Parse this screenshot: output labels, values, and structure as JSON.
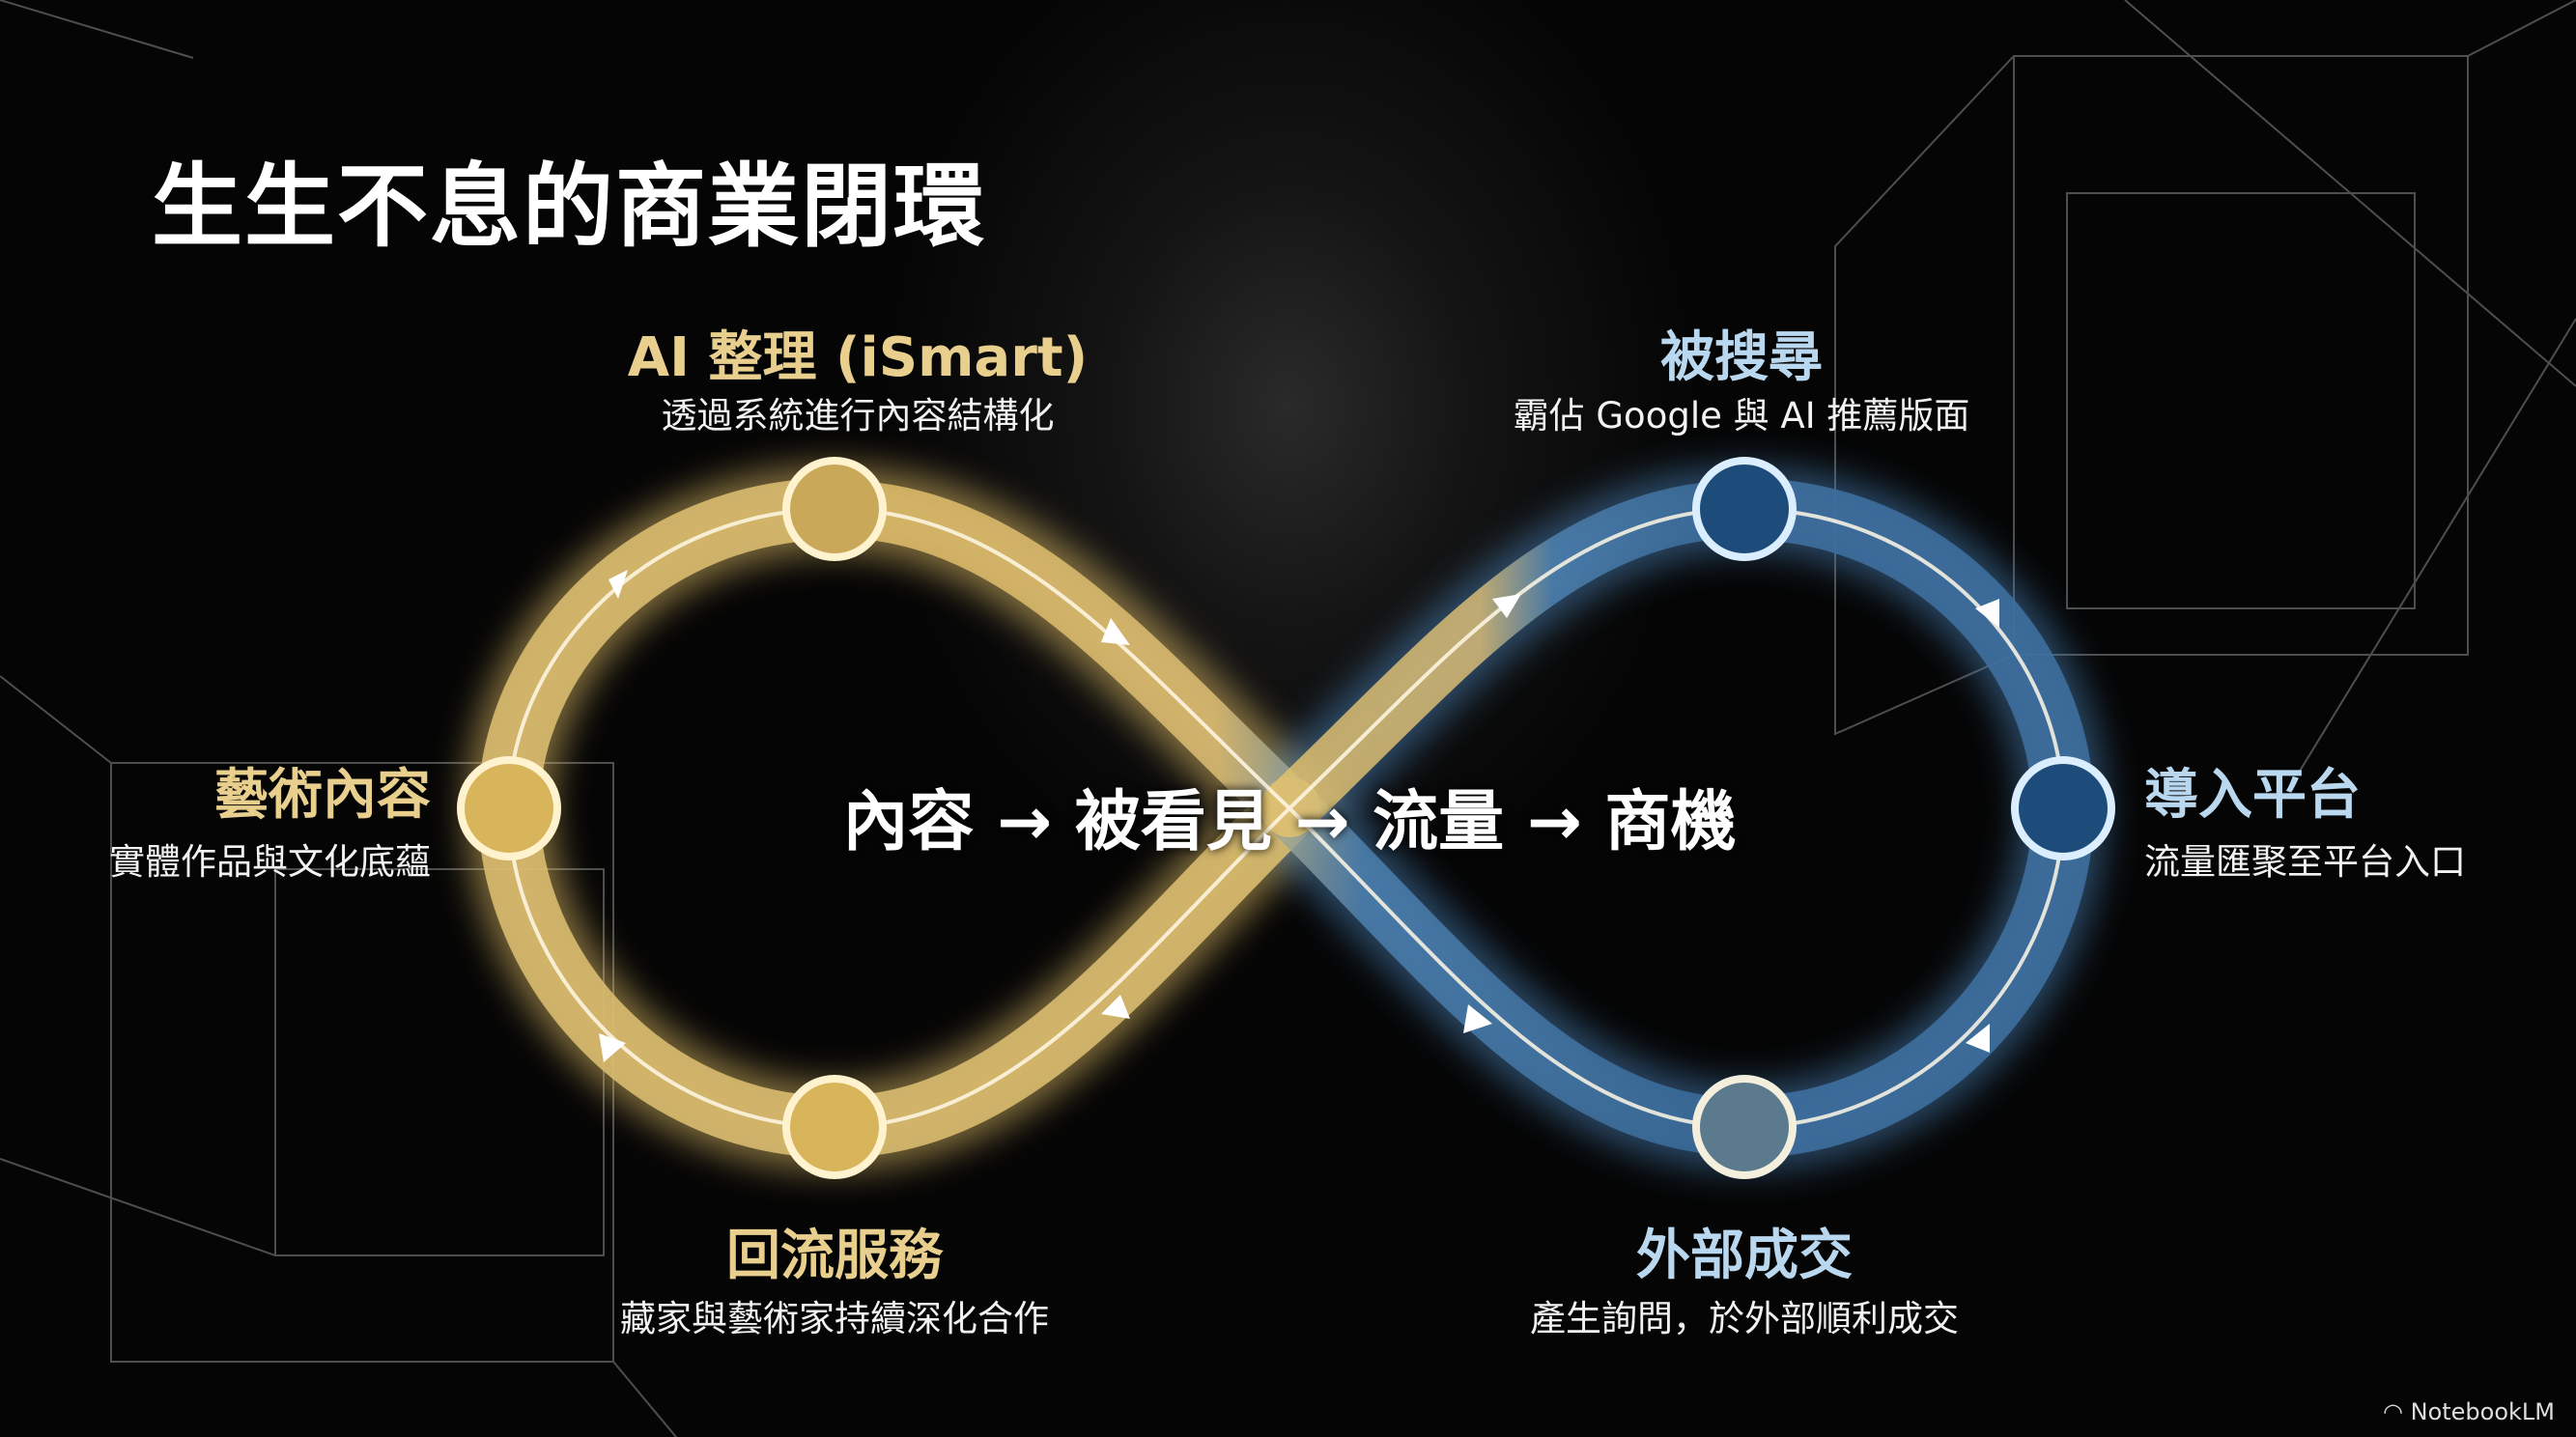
{
  "title": "生生不息的商業閉環",
  "center_text": "內容 → 被看見 → 流量 → 商機",
  "nodes": {
    "art": {
      "label": "藝術內容",
      "desc": "實體作品與文化底蘊"
    },
    "ai": {
      "label": "AI 整理 (iSmart)",
      "desc": "透過系統進行內容結構化"
    },
    "search": {
      "label": "被搜尋",
      "desc": "霸佔 Google 與 AI 推薦版面"
    },
    "platform": {
      "label": "導入平台",
      "desc": "流量匯聚至平台入口"
    },
    "deal": {
      "label": "外部成交",
      "desc": "產生詢問，於外部順利成交"
    },
    "return": {
      "label": "回流服務",
      "desc": "藏家與藝術家持續深化合作"
    }
  },
  "brand": "NotebookLM",
  "colors": {
    "gold": "#e8cf8e",
    "blue": "#3d6d99",
    "background": "#000000"
  }
}
